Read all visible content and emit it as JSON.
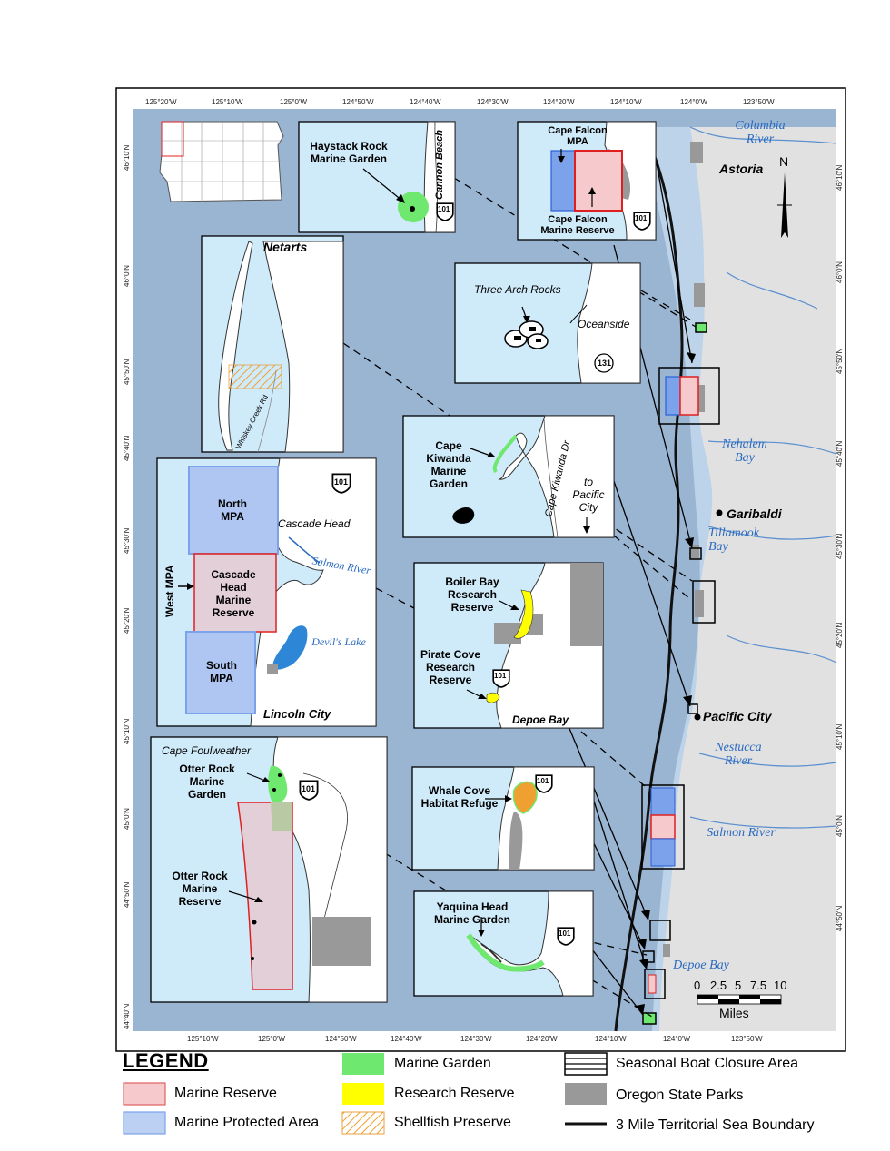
{
  "legend": {
    "title": "LEGEND",
    "items": [
      {
        "label": "Marine Reserve",
        "color": "#f6c9cc"
      },
      {
        "label": "Marine Protected Area",
        "color": "#bcd0f3"
      },
      {
        "label": "Marine Garden",
        "color": "#6ee86e"
      },
      {
        "label": "Research Reserve",
        "color": "#ffff00"
      },
      {
        "label": "Shellfish Preserve",
        "color": "#f0b24c"
      },
      {
        "label": "Seasonal Boat Closure Area",
        "color": "#000000"
      },
      {
        "label": "Oregon State Parks",
        "color": "#999999"
      },
      {
        "label": "3 Mile Territorial Sea Boundary",
        "color": "#111111"
      }
    ]
  },
  "axes": {
    "top": [
      "125°20'W",
      "125°10'W",
      "125°0'W",
      "124°50'W",
      "124°40'W",
      "124°30'W",
      "124°20'W",
      "124°10'W",
      "124°0'W",
      "123°50'W"
    ],
    "bottom": [
      "125°10'W",
      "125°0'W",
      "124°50'W",
      "124°40'W",
      "124°30'W",
      "124°20'W",
      "124°10'W",
      "124°0'W",
      "123°50'W"
    ],
    "left": [
      "46°10'N",
      "46°0'N",
      "45°50'N",
      "45°40'N",
      "45°30'N",
      "45°20'N",
      "45°10'N",
      "45°0'N",
      "44°50'N",
      "44°40'N"
    ],
    "right": [
      "46°10'N",
      "46°0'N",
      "45°50'N",
      "45°40'N",
      "45°30'N",
      "45°20'N",
      "45°10'N",
      "45°0'N",
      "44°50'N"
    ]
  },
  "scale": {
    "ticks": [
      "0",
      "2.5",
      "5",
      "7.5",
      "10"
    ],
    "unit": "Miles"
  },
  "north": "N",
  "places": {
    "columbia": "Columbia River",
    "astoria": "Astoria",
    "nehalem": "Nehalem Bay",
    "garibaldi": "Garibaldi",
    "tillamook": "Tillamook Bay",
    "pacific_city": "Pacific City",
    "nestucca": "Nestucca River",
    "salmon": "Salmon River",
    "depoe": "Depoe Bay"
  },
  "insets": {
    "haystack": {
      "title": "Haystack Rock Marine Garden",
      "road": "Cannon Beach",
      "shield": "101"
    },
    "falcon": {
      "top": "Cape Falcon MPA",
      "bottom": "Cape Falcon Marine Reserve",
      "shield": "101"
    },
    "netarts": {
      "title": "Netarts",
      "road": "Whiskey Creek Rd"
    },
    "threearch": {
      "title": "Three Arch Rocks",
      "town": "Oceanside",
      "shield": "131"
    },
    "kiwanda": {
      "title": "Cape Kiwanda Marine Garden",
      "road": "Cape Kiwanda Dr",
      "note": "to Pacific City"
    },
    "cascade": {
      "north": "North MPA",
      "west": "West MPA",
      "reserve": "Cascade Head Marine Reserve",
      "south": "South MPA",
      "head": "Cascade Head",
      "river": "Salmon River",
      "lake": "Devil's Lake",
      "city": "Lincoln City",
      "shield": "101"
    },
    "boiler": {
      "boiler": "Boiler Bay Research Reserve",
      "pirate": "Pirate Cove Research Reserve",
      "town": "Depoe Bay",
      "shield": "101"
    },
    "otter": {
      "cape": "Cape Foulweather",
      "garden": "Otter Rock Marine Garden",
      "reserve": "Otter Rock Marine Reserve",
      "shield": "101"
    },
    "whale": {
      "title": "Whale Cove Habitat Refuge",
      "shield": "101"
    },
    "yaquina": {
      "title": "Yaquina Head Marine Garden",
      "shield": "101"
    }
  }
}
